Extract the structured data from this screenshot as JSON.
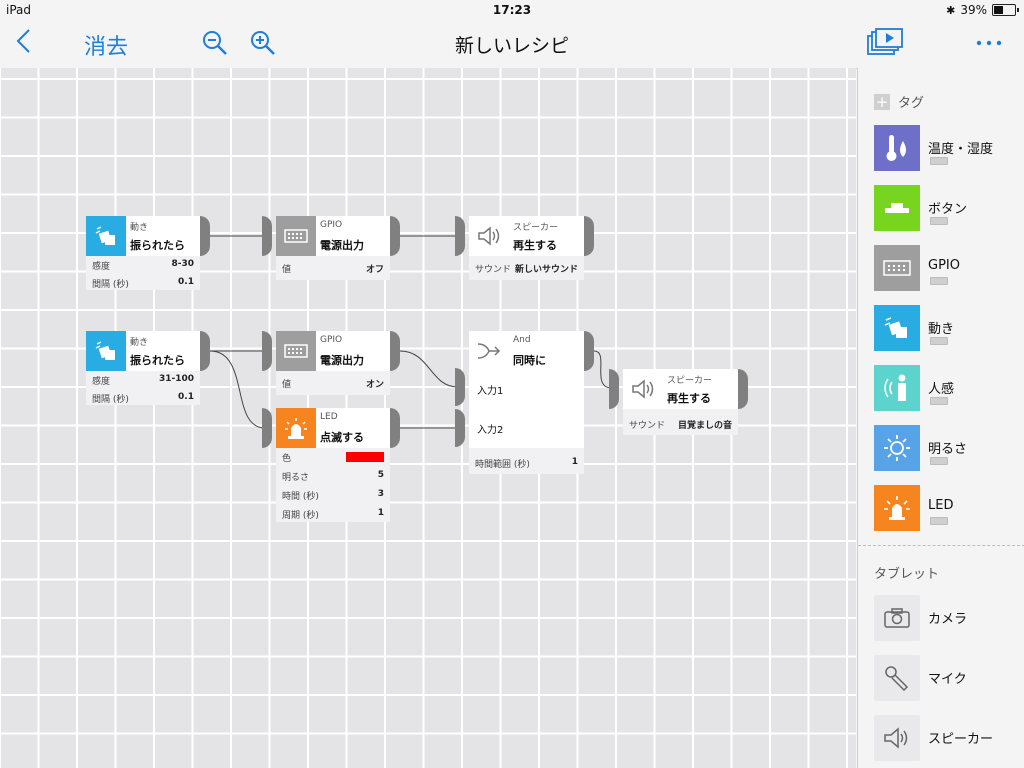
{
  "status": {
    "device": "iPad",
    "time": "17:23",
    "battery": "39%",
    "battery_level": 0.39
  },
  "nav": {
    "back_icon": "chevron-left-icon",
    "clear_label": "消去",
    "zoom_out_icon": "zoom-out-icon",
    "zoom_in_icon": "zoom-in-icon",
    "title": "新しいレシピ",
    "present_icon": "presentation-icon",
    "more_icon": "more-icon"
  },
  "blocks": [
    {
      "category": "動き",
      "action": "振られたら",
      "icon": "motion-icon",
      "color": "#29ace1",
      "params": [
        {
          "key": "感度",
          "value": "8-30"
        },
        {
          "key": "間隔 (秒)",
          "value": "0.1"
        }
      ]
    },
    {
      "category": "GPIO",
      "action": "電源出力",
      "icon": "gpio-icon",
      "color": "#9e9e9e",
      "params": [
        {
          "key": "値",
          "value": "オフ"
        }
      ]
    },
    {
      "category": "スピーカー",
      "action": "再生する",
      "icon": "speaker-icon",
      "color": "#ffffff",
      "params": [
        {
          "key": "サウンド",
          "value": "新しいサウンド"
        }
      ]
    },
    {
      "category": "動き",
      "action": "振られたら",
      "icon": "motion-icon",
      "color": "#29ace1",
      "params": [
        {
          "key": "感度",
          "value": "31-100"
        },
        {
          "key": "間隔 (秒)",
          "value": "0.1"
        }
      ]
    },
    {
      "category": "GPIO",
      "action": "電源出力",
      "icon": "gpio-icon",
      "color": "#9e9e9e",
      "params": [
        {
          "key": "値",
          "value": "オン"
        }
      ]
    },
    {
      "category": "LED",
      "action": "点滅する",
      "icon": "led-icon",
      "color": "#f7851f",
      "params": [
        {
          "key": "色",
          "value": "",
          "swatch": "#ff0000"
        },
        {
          "key": "明るさ",
          "value": "5"
        },
        {
          "key": "時間 (秒)",
          "value": "3"
        },
        {
          "key": "周期 (秒)",
          "value": "1"
        }
      ]
    },
    {
      "category": "And",
      "action": "同時に",
      "icon": "and-merge-icon",
      "color": "#ffffff",
      "inputs": [
        "入力1",
        "入力2"
      ],
      "params": [
        {
          "key": "時間範囲 (秒)",
          "value": "1"
        }
      ]
    },
    {
      "category": "スピーカー",
      "action": "再生する",
      "icon": "speaker-icon",
      "color": "#ffffff",
      "params": [
        {
          "key": "サウンド",
          "value": "目覚ましの音"
        }
      ]
    }
  ],
  "sidebar": {
    "tags_header": "タグ",
    "tags": [
      {
        "label": "温度・湿度",
        "icon": "thermometer-icon",
        "color": "#6e6fc8"
      },
      {
        "label": "ボタン",
        "icon": "button-icon",
        "color": "#77d41f"
      },
      {
        "label": "GPIO",
        "icon": "gpio-icon",
        "color": "#9e9e9e"
      },
      {
        "label": "動き",
        "icon": "motion-icon",
        "color": "#29ace1"
      },
      {
        "label": "人感",
        "icon": "human-sensor-icon",
        "color": "#5cd3cd"
      },
      {
        "label": "明るさ",
        "icon": "brightness-icon",
        "color": "#57a3e8"
      },
      {
        "label": "LED",
        "icon": "led-icon",
        "color": "#f7851f"
      }
    ],
    "tablet_header": "タブレット",
    "tablet": [
      {
        "label": "カメラ",
        "icon": "camera-icon"
      },
      {
        "label": "マイク",
        "icon": "microphone-icon"
      },
      {
        "label": "スピーカー",
        "icon": "speaker-icon"
      }
    ]
  }
}
